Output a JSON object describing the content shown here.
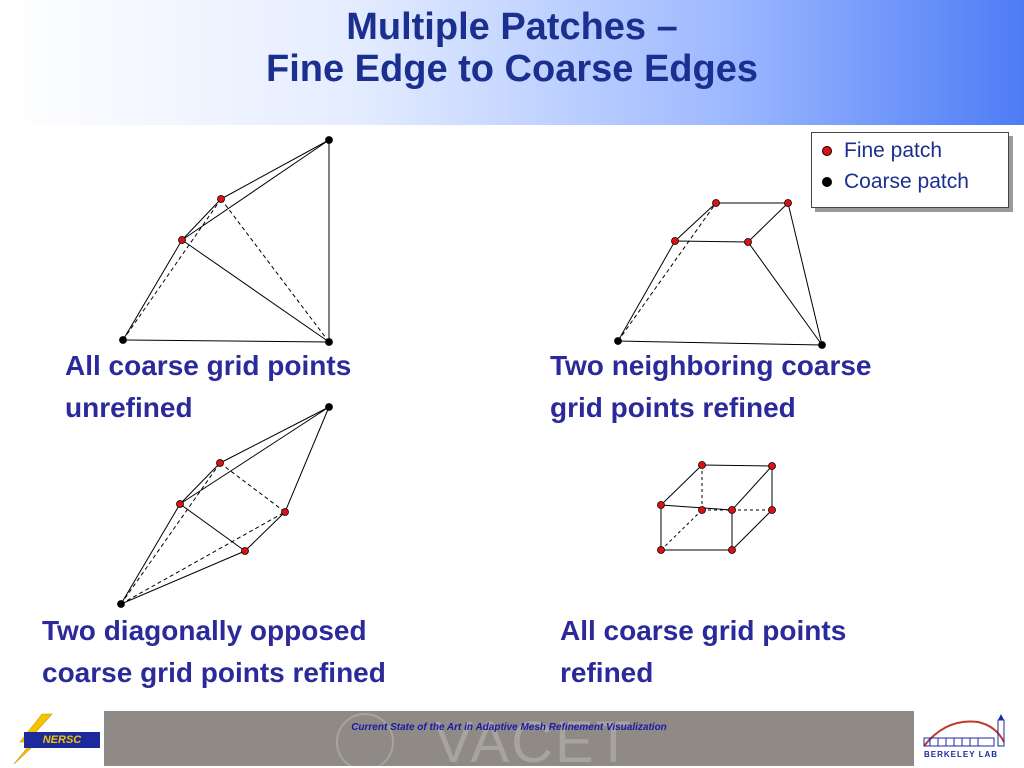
{
  "slide": {
    "title_line1": "Multiple Patches –",
    "title_line2": "Fine Edge to Coarse Edges"
  },
  "legend": {
    "fine_label": "Fine patch",
    "coarse_label": "Coarse patch",
    "fine_color": "#e01010",
    "coarse_color": "#000000"
  },
  "captions": {
    "top_left_line1": "All coarse grid points",
    "top_left_line2": "unrefined",
    "top_right_line1": "Two neighboring coarse",
    "top_right_line2": "grid points refined",
    "bottom_left_line1": "Two diagonally opposed",
    "bottom_left_line2": "coarse grid points refined",
    "bottom_right_line1": "All coarse grid points",
    "bottom_right_line2": "refined"
  },
  "footer": {
    "text": "Current State of the Art in Adaptive Mesh Refinement Visualization",
    "watermark": "VACET",
    "left_logo": "NERSC",
    "right_logo": "BERKELEY LAB"
  },
  "colors": {
    "title": "#1b2f8f",
    "caption": "#2a2a9a",
    "footer_bg": "#8f8a86"
  }
}
